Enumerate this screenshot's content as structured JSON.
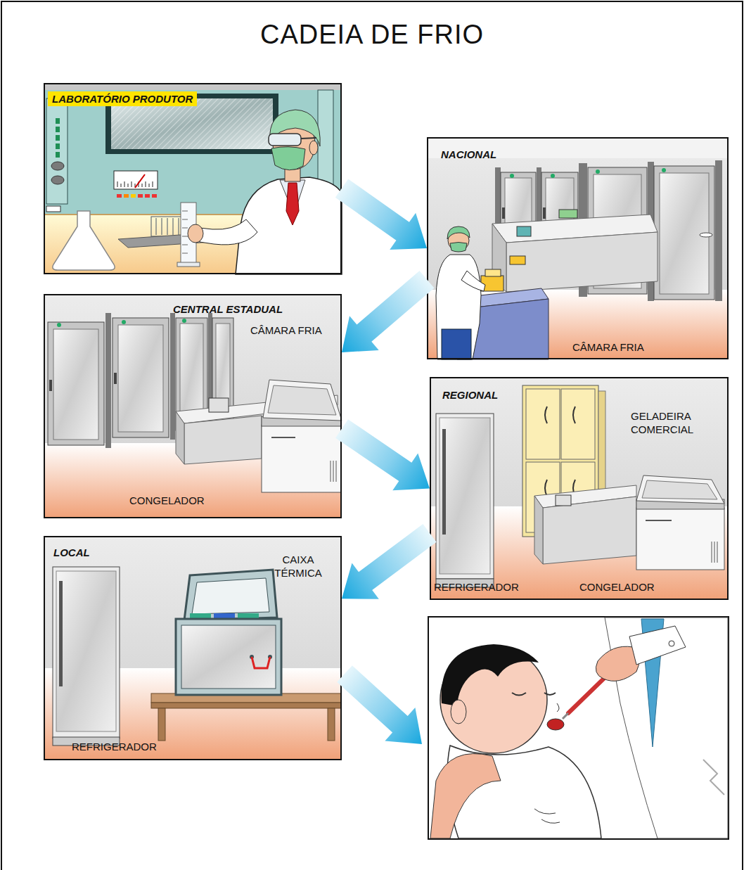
{
  "diagram": {
    "title": "CADEIA DE FRIO",
    "nodes": [
      {
        "text": [
          "LABORATÓRIO PRODUTOR"
        ]
      },
      {
        "text": [
          "NACIONAL",
          "CÂMARA FRIA"
        ]
      },
      {
        "text": [
          "CENTRAL ESTADUAL",
          "CÂMARA FRIA",
          "CONGELADOR"
        ]
      },
      {
        "text": [
          "REGIONAL",
          "GELADEIRA COMERCIAL",
          "REFRIGERADOR",
          "CONGELADOR"
        ]
      },
      {
        "text": [
          "LOCAL",
          "CAIXA TÉRMICA",
          "REFRIGERADOR"
        ]
      }
    ],
    "edges": [
      {
        "from": 0,
        "to": 1,
        "arrow": "to"
      },
      {
        "from": 1,
        "to": 2,
        "arrow": "to"
      },
      {
        "from": 2,
        "to": 3,
        "arrow": "to"
      },
      {
        "from": 3,
        "to": 4,
        "arrow": "to"
      }
    ]
  }
}
